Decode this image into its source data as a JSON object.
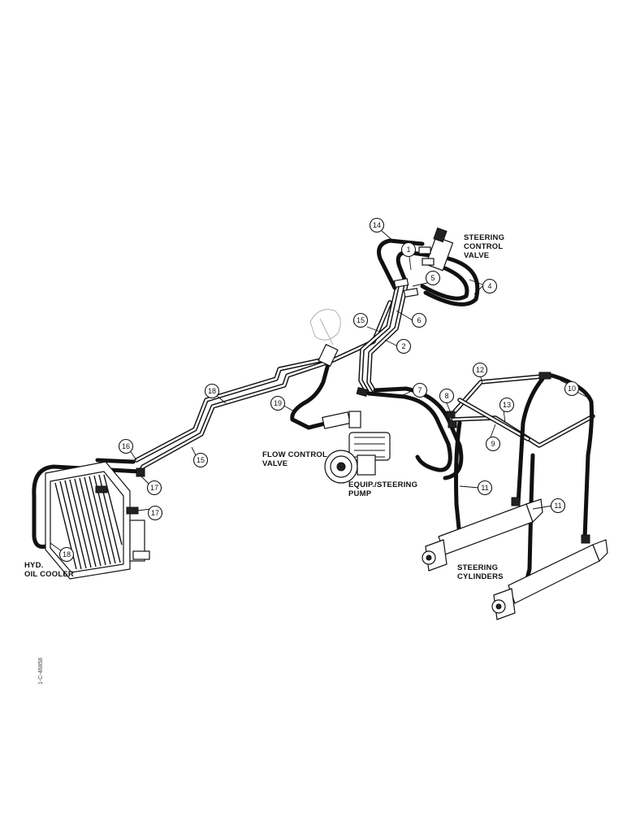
{
  "labels": {
    "steering_control_valve": [
      "STEERING",
      "CONTROL",
      "VALVE"
    ],
    "flow_control_valve": [
      "FLOW CONTROL",
      "VALVE"
    ],
    "equip_steering_pump": [
      "EQUIP./STEERING",
      "PUMP"
    ],
    "hyd_oil_cooler": [
      "HYD.",
      "OIL COOLER"
    ],
    "steering_cylinders": [
      "STEERING",
      "CYLINDERS"
    ]
  },
  "callouts": [
    "14",
    "1",
    "5",
    "4",
    "6",
    "15",
    "2",
    "7",
    "8",
    "12",
    "10",
    "13",
    "9",
    "11",
    "11",
    "18",
    "19",
    "16",
    "15",
    "17",
    "17",
    "18"
  ],
  "figure_code": "1-C-46858",
  "colors": {
    "ink": "#111111",
    "paper": "#ffffff"
  }
}
